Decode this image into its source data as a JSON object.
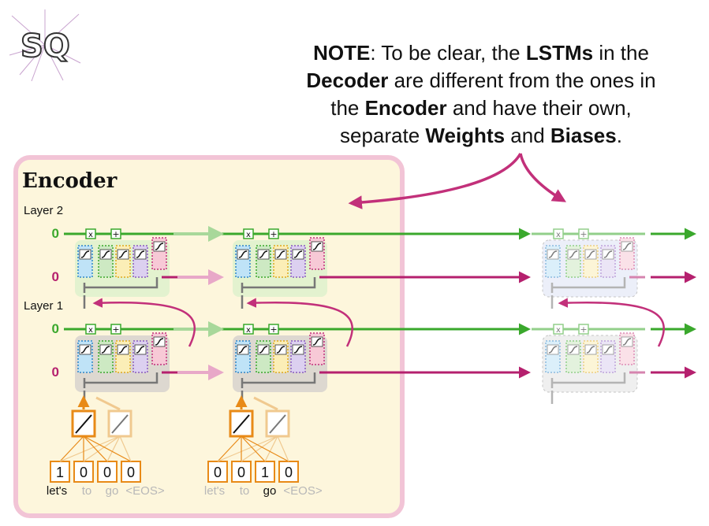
{
  "note": {
    "prefix_bold": "NOTE",
    "line1_a": ": To be clear, the ",
    "line1_bold": "LSTMs",
    "line1_b": " in the",
    "line2_bold": "Decoder",
    "line2_b": " are different from the ones in",
    "line3_a": "the ",
    "line3_bold": "Encoder",
    "line3_b": " and have their own,",
    "line4_a": "separate ",
    "line4_bold1": "Weights",
    "line4_b": " and ",
    "line4_bold2": "Biases",
    "line4_c": "."
  },
  "encoder": {
    "title": "Encoder",
    "layer2_label": "Layer 2",
    "layer1_label": "Layer 1",
    "zero": "0"
  },
  "inputs": {
    "unit1": {
      "digits": [
        "1",
        "0",
        "0",
        "0"
      ],
      "words": [
        "let's",
        "to",
        "go",
        "<EOS>"
      ],
      "active_index": 0
    },
    "unit2": {
      "digits": [
        "0",
        "0",
        "1",
        "0"
      ],
      "words": [
        "let's",
        "to",
        "go",
        "<EOS>"
      ],
      "active_index": 2
    }
  },
  "gate_symbols": {
    "multiply": "x",
    "add": "+"
  },
  "colors": {
    "green": "#3aa82c",
    "magenta": "#b5206e",
    "encoder_bg": "#fdf6dc",
    "encoder_border": "#f2c4d6",
    "orange": "#e88a17",
    "arrow_pink": "#c2307a",
    "gray": "#888888"
  },
  "logo_text": "SQ"
}
